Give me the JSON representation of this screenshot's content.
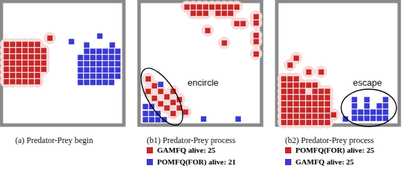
{
  "diagram": {
    "labels": [
      "encircle",
      "escape",
      "(a) Predator-Prey begin",
      "(b1) Predator-Prey process",
      "(b2) Predator-Prey process"
    ],
    "legend": [
      {
        "text": "GAMFQ alive: 25",
        "color": "#c62828"
      },
      {
        "text": "POMFQ(FOR) alive: 21",
        "color": "#3a3ad0"
      },
      {
        "text": "POMFQ(FOR) alive: 25",
        "color": "#c62828"
      },
      {
        "text": "GAMFQ alive: 25",
        "color": "#3a3ad0"
      }
    ]
  }
}
